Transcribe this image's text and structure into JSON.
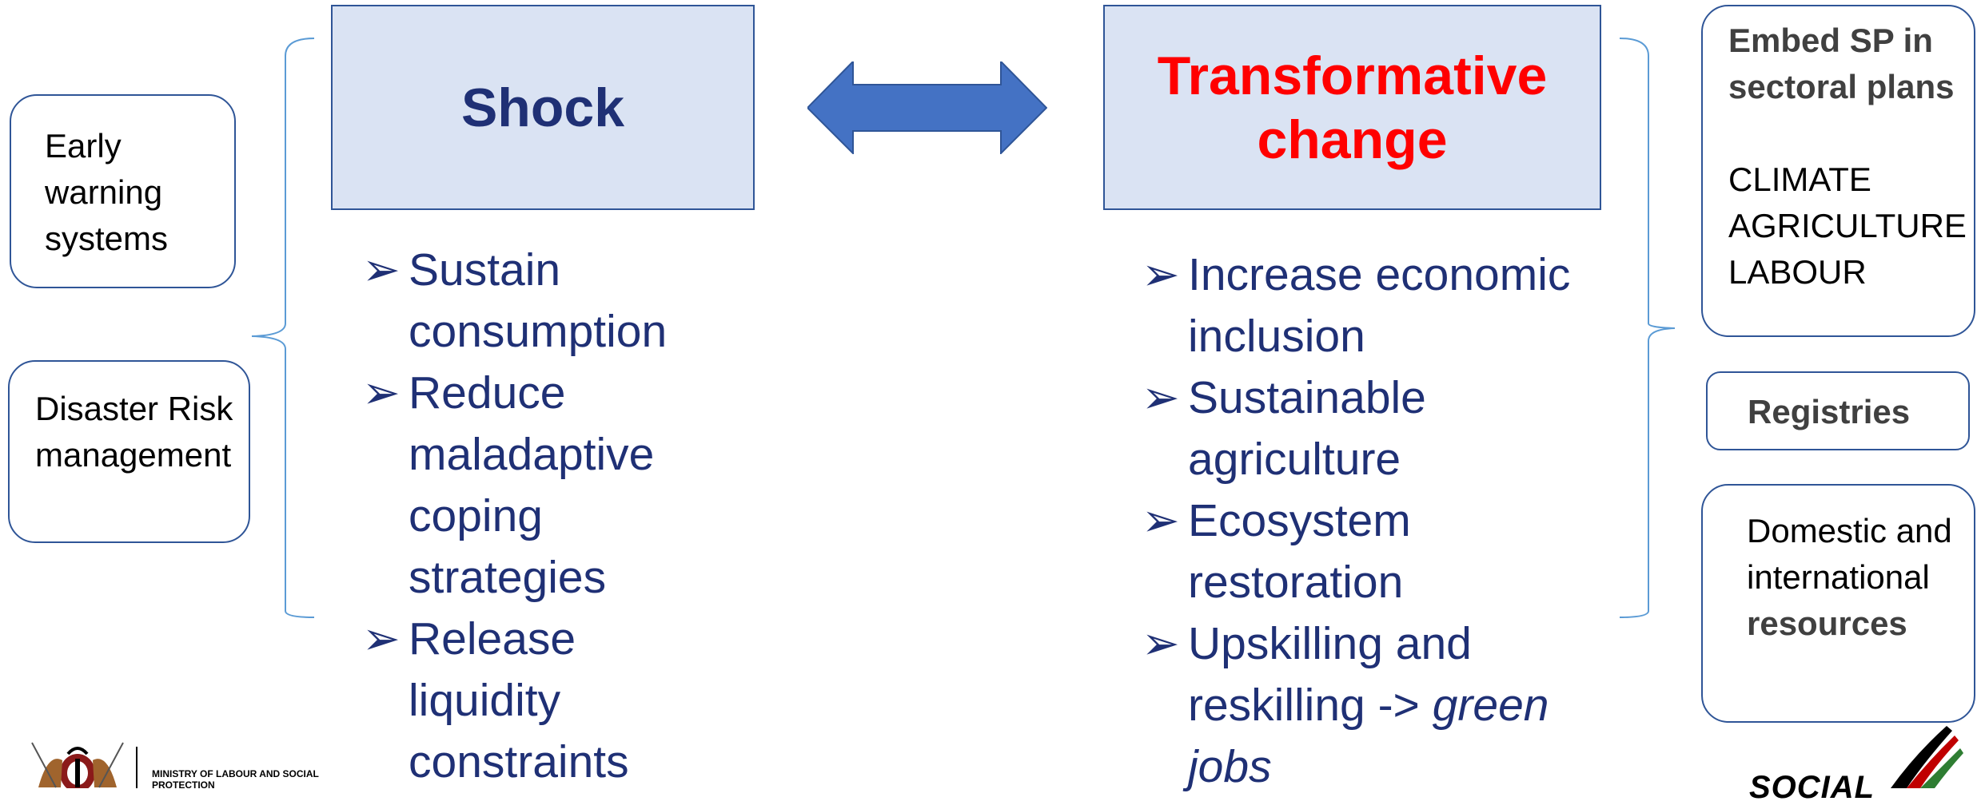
{
  "left_boxes": {
    "early_warning": "Early warning systems",
    "disaster_risk": "Disaster Risk management"
  },
  "shock": {
    "title": "Shock",
    "bullets": [
      "Sustain consumption",
      "Reduce maladaptive coping strategies",
      "Release liquidity constraints"
    ]
  },
  "transformative": {
    "title_line1": "Transformative",
    "title_line2": "change",
    "bullets": [
      "Increase economic inclusion",
      "Sustainable agriculture",
      "Ecosystem restoration"
    ],
    "last_bullet_normal": "Upskilling and reskilling -> ",
    "last_bullet_italic": "green jobs"
  },
  "right_boxes": {
    "embed_title": "Embed SP in sectoral plans",
    "sectors": [
      "CLIMATE",
      "AGRICULTURE",
      "LABOUR"
    ],
    "registries": "Registries",
    "resources_normal": "Domestic and international",
    "resources_bold": "resources"
  },
  "footer": {
    "ministry": "MINISTRY OF LABOUR AND SOCIAL PROTECTION",
    "social_logo": "SOCIAL"
  },
  "colors": {
    "navy": "#1f3075",
    "red": "#ff0000",
    "box_fill": "#dae3f3",
    "border": "#2f5597",
    "arrow": "#4472c4",
    "bracket": "#5b9bd5"
  }
}
